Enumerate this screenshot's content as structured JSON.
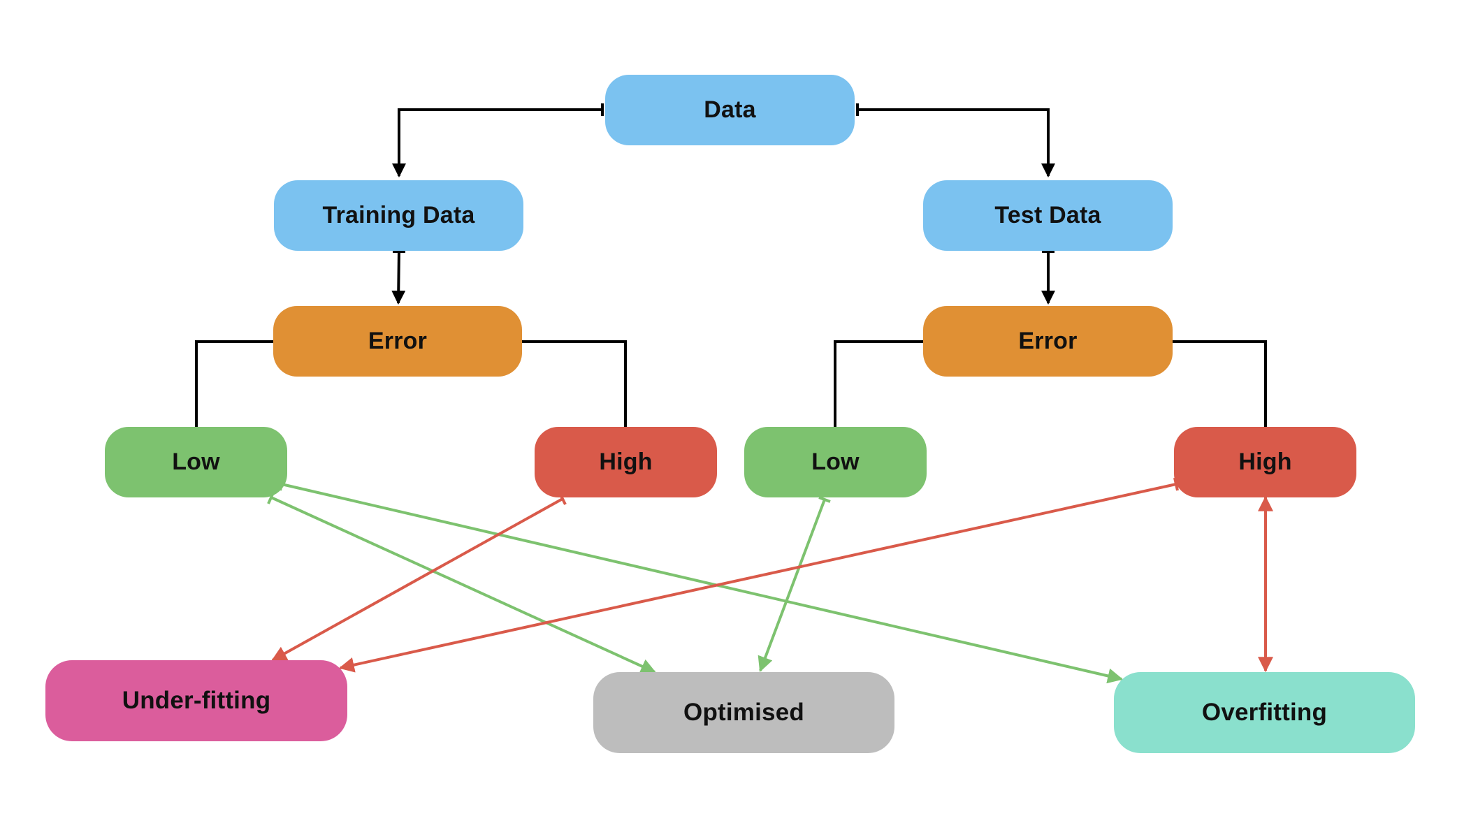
{
  "colors": {
    "blue": "#7bc2f0",
    "orange": "#e09034",
    "green": "#7dc26f",
    "red": "#d95a4a",
    "pink": "#db5d9c",
    "grey": "#bdbdbd",
    "teal": "#8ae0cd",
    "black_line": "#000000"
  },
  "nodes": {
    "data": "Data",
    "training_data": "Training Data",
    "test_data": "Test Data",
    "training_error": "Error",
    "test_error": "Error",
    "training_low": "Low",
    "training_high": "High",
    "test_low": "Low",
    "test_high": "High",
    "under_fitting": "Under-fitting",
    "optimised": "Optimised",
    "overfitting": "Overfitting"
  }
}
